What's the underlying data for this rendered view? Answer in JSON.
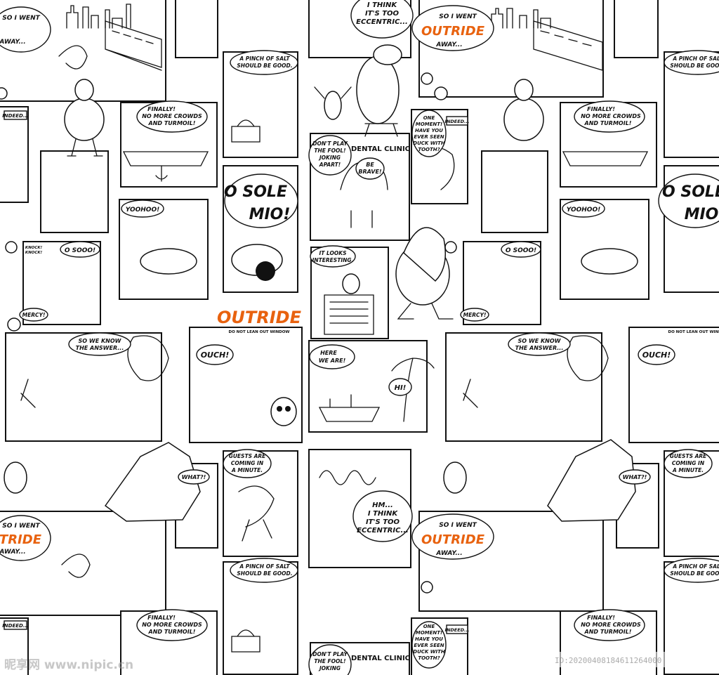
{
  "brand": {
    "text": "OUTRIDE",
    "color": "#E8620F"
  },
  "captions": {
    "so_i_went": [
      "SO I WENT",
      "AWAY..."
    ],
    "i_think": [
      "I THINK",
      "IT'S TOO",
      "ECCENTRIC..."
    ],
    "hm_i_think": [
      "HM...",
      "I THINK",
      "IT'S TOO",
      "ECCENTRIC..."
    ],
    "pinch_of_salt": [
      "A PINCH OF SALT",
      "SHOULD BE GOOD."
    ],
    "finally": [
      "FINALLY!",
      "NO MORE CROWDS",
      "AND TURMOIL!"
    ],
    "dont_play": [
      "DON'T PLAY",
      "THE FOOL!",
      "JOKING",
      "APART!"
    ],
    "dental_clinic": "DENTAL CLINIC",
    "be_brave": [
      "BE",
      "BRAVE!"
    ],
    "one_moment": [
      "ONE",
      "MOMENT!",
      "HAVE YOU",
      "EVER SEEN",
      "DUCK WITH",
      "TOOTH?"
    ],
    "indeed": "INDEED...",
    "o_sole_mio": [
      "O SOLE",
      "MIO!"
    ],
    "yoohoo": "YOOHOO!",
    "o_sooo": "O SOOO!",
    "knock": [
      "KNOCK!",
      "KNOCK!"
    ],
    "mercy": "MERCY!",
    "it_looks": [
      "IT  LOOKS",
      "INTERESTING."
    ],
    "so_we_know": [
      "SO WE KNOW",
      "THE ANSWER..."
    ],
    "do_not_lean": "DO NOT LEAN OUT WINDOW",
    "ouch": "OUCH!",
    "here_we_are": [
      "HERE",
      "WE    ARE!"
    ],
    "hi": "HI!",
    "guests": [
      "GUESTS ARE",
      "COMING IN",
      "A MINUTE."
    ],
    "what": "WHAT?!"
  },
  "watermark": {
    "site": "昵享网 www.nipic.cn",
    "id": "ID:20200408184611264000"
  }
}
